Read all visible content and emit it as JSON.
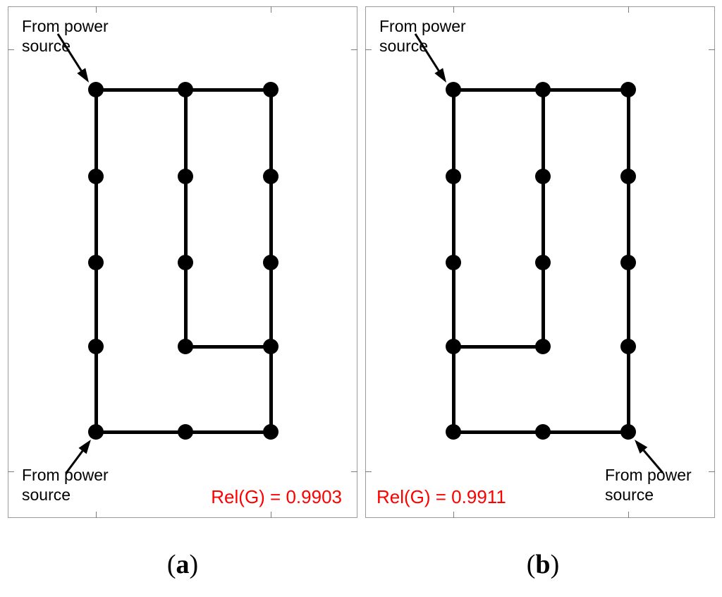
{
  "figure": {
    "background": "#ffffff",
    "node_color": "#000000",
    "edge_color": "#000000",
    "frame_color": "#9a9a9a",
    "rel_color": "#ff0000",
    "annotation_text": "From power\nsource"
  },
  "panels": [
    {
      "id": "a",
      "caption_open": "(",
      "caption_letter": "a",
      "caption_close": ")",
      "rel_label": "Rel(G) = 0.9903",
      "annotations": [
        {
          "name": "from-power-source-top",
          "text": "From power\nsource"
        },
        {
          "name": "from-power-source-bottom",
          "text": "From power\nsource"
        }
      ],
      "graph": {
        "columns_x": [
          136,
          263,
          384
        ],
        "rows_y": [
          127,
          250,
          372,
          491,
          612
        ],
        "nodes": [
          {
            "col": 0,
            "row": 0
          },
          {
            "col": 1,
            "row": 0
          },
          {
            "col": 2,
            "row": 0
          },
          {
            "col": 0,
            "row": 1
          },
          {
            "col": 1,
            "row": 1
          },
          {
            "col": 2,
            "row": 1
          },
          {
            "col": 0,
            "row": 2
          },
          {
            "col": 1,
            "row": 2
          },
          {
            "col": 2,
            "row": 2
          },
          {
            "col": 0,
            "row": 3
          },
          {
            "col": 1,
            "row": 3
          },
          {
            "col": 2,
            "row": 3
          },
          {
            "col": 0,
            "row": 4
          },
          {
            "col": 1,
            "row": 4
          },
          {
            "col": 2,
            "row": 4
          }
        ],
        "edges": [
          {
            "type": "h",
            "row": 0,
            "from_col": 0,
            "to_col": 1
          },
          {
            "type": "h",
            "row": 0,
            "from_col": 1,
            "to_col": 2
          },
          {
            "type": "h",
            "row": 3,
            "from_col": 1,
            "to_col": 2
          },
          {
            "type": "h",
            "row": 4,
            "from_col": 0,
            "to_col": 1
          },
          {
            "type": "h",
            "row": 4,
            "from_col": 1,
            "to_col": 2
          },
          {
            "type": "v",
            "col": 0,
            "from_row": 0,
            "to_row": 1
          },
          {
            "type": "v",
            "col": 0,
            "from_row": 1,
            "to_row": 2
          },
          {
            "type": "v",
            "col": 0,
            "from_row": 2,
            "to_row": 3
          },
          {
            "type": "v",
            "col": 0,
            "from_row": 3,
            "to_row": 4
          },
          {
            "type": "v",
            "col": 1,
            "from_row": 0,
            "to_row": 1
          },
          {
            "type": "v",
            "col": 1,
            "from_row": 1,
            "to_row": 2
          },
          {
            "type": "v",
            "col": 1,
            "from_row": 2,
            "to_row": 3
          },
          {
            "type": "v",
            "col": 2,
            "from_row": 0,
            "to_row": 1
          },
          {
            "type": "v",
            "col": 2,
            "from_row": 1,
            "to_row": 2
          },
          {
            "type": "v",
            "col": 2,
            "from_row": 2,
            "to_row": 3
          },
          {
            "type": "v",
            "col": 2,
            "from_row": 3,
            "to_row": 4
          }
        ],
        "source_nodes": [
          {
            "col": 0,
            "row": 0
          },
          {
            "col": 0,
            "row": 4
          }
        ]
      }
    },
    {
      "id": "b",
      "caption_open": "(",
      "caption_letter": "b",
      "caption_close": ")",
      "rel_label": "Rel(G) = 0.9911",
      "annotations": [
        {
          "name": "from-power-source-top",
          "text": "From power\nsource"
        },
        {
          "name": "from-power-source-bottom",
          "text": "From power\nsource"
        }
      ],
      "graph": {
        "columns_x": [
          643,
          770,
          891
        ],
        "rows_y": [
          127,
          250,
          372,
          491,
          612
        ],
        "nodes": [
          {
            "col": 0,
            "row": 0
          },
          {
            "col": 1,
            "row": 0
          },
          {
            "col": 2,
            "row": 0
          },
          {
            "col": 0,
            "row": 1
          },
          {
            "col": 1,
            "row": 1
          },
          {
            "col": 2,
            "row": 1
          },
          {
            "col": 0,
            "row": 2
          },
          {
            "col": 1,
            "row": 2
          },
          {
            "col": 2,
            "row": 2
          },
          {
            "col": 0,
            "row": 3
          },
          {
            "col": 1,
            "row": 3
          },
          {
            "col": 2,
            "row": 3
          },
          {
            "col": 0,
            "row": 4
          },
          {
            "col": 1,
            "row": 4
          },
          {
            "col": 2,
            "row": 4
          }
        ],
        "edges": [
          {
            "type": "h",
            "row": 0,
            "from_col": 0,
            "to_col": 1
          },
          {
            "type": "h",
            "row": 0,
            "from_col": 1,
            "to_col": 2
          },
          {
            "type": "h",
            "row": 3,
            "from_col": 0,
            "to_col": 1
          },
          {
            "type": "h",
            "row": 4,
            "from_col": 0,
            "to_col": 1
          },
          {
            "type": "h",
            "row": 4,
            "from_col": 1,
            "to_col": 2
          },
          {
            "type": "v",
            "col": 0,
            "from_row": 0,
            "to_row": 1
          },
          {
            "type": "v",
            "col": 0,
            "from_row": 1,
            "to_row": 2
          },
          {
            "type": "v",
            "col": 0,
            "from_row": 2,
            "to_row": 3
          },
          {
            "type": "v",
            "col": 0,
            "from_row": 3,
            "to_row": 4
          },
          {
            "type": "v",
            "col": 1,
            "from_row": 0,
            "to_row": 1
          },
          {
            "type": "v",
            "col": 1,
            "from_row": 1,
            "to_row": 2
          },
          {
            "type": "v",
            "col": 1,
            "from_row": 2,
            "to_row": 3
          },
          {
            "type": "v",
            "col": 2,
            "from_row": 0,
            "to_row": 1
          },
          {
            "type": "v",
            "col": 2,
            "from_row": 1,
            "to_row": 2
          },
          {
            "type": "v",
            "col": 2,
            "from_row": 2,
            "to_row": 3
          },
          {
            "type": "v",
            "col": 2,
            "from_row": 3,
            "to_row": 4
          }
        ],
        "source_nodes": [
          {
            "col": 0,
            "row": 0
          },
          {
            "col": 2,
            "row": 4
          }
        ]
      }
    }
  ],
  "chart_data": {
    "type": "diagram",
    "title": "",
    "subtitle": "",
    "description": "Two 3x5 grid power distribution network graphs with reliability values",
    "series": [
      {
        "name": "(a)",
        "reliability": 0.9903,
        "reliability_label": "Rel(G) = 0.9903",
        "node_count": 15,
        "edge_count": 16,
        "source_locations": [
          "top-left",
          "bottom-left"
        ]
      },
      {
        "name": "(b)",
        "reliability": 0.9911,
        "reliability_label": "Rel(G) = 0.9911",
        "node_count": 15,
        "edge_count": 16,
        "source_locations": [
          "top-left",
          "bottom-right"
        ]
      }
    ]
  }
}
